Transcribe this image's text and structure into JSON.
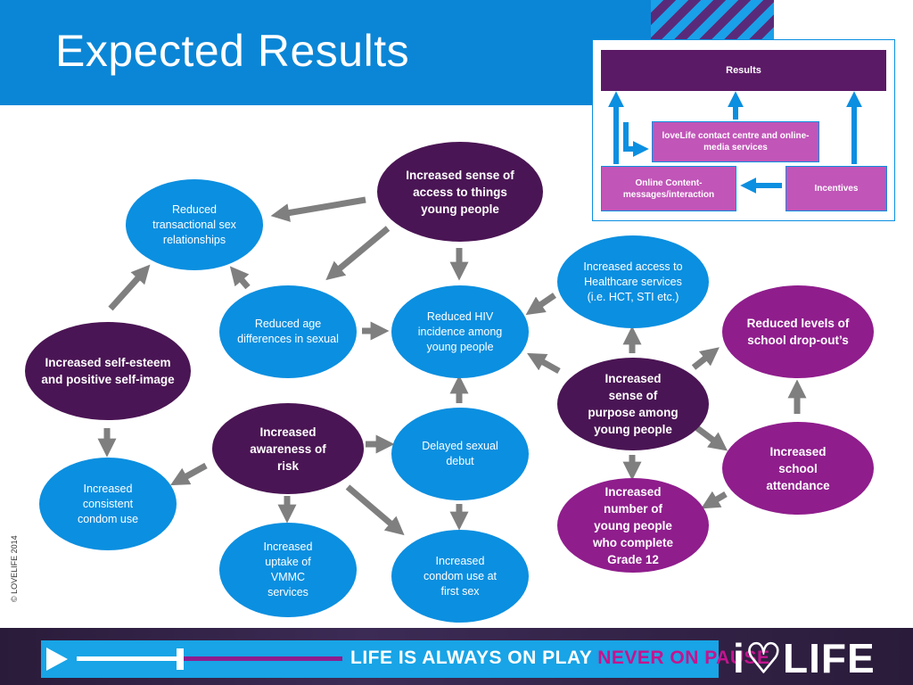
{
  "slide": {
    "title": "Expected Results",
    "copyright": "© LOVELIFE 2014"
  },
  "nodes": {
    "reduced_transactional": "Reduced transactional sex relationships",
    "access_things": "Increased sense of access to things young people",
    "self_esteem": "Increased self-esteem and positive self-image",
    "age_diff": "Reduced age differences in sexual",
    "reduced_hiv": "Reduced HIV incidence among young people",
    "access_healthcare": "Increased access to Healthcare services (i.e. HCT, STI etc.)",
    "dropouts": "Reduced levels of school drop-out’s",
    "purpose": "Increased sense of purpose among young people",
    "awareness_risk": "Increased awareness of risk",
    "delayed_debut": "Delayed sexual debut",
    "condom_use": "Increased consistent condom use",
    "attendance": "Increased school attendance",
    "grade12": "Increased number of young people who complete Grade 12",
    "vmmc": "Increased uptake of VMMC services",
    "condom_first": "Increased condom use at first sex"
  },
  "inset": {
    "results": "Results",
    "contact_centre": "loveLife contact centre and online-media services",
    "online_content": "Online Content- messages/interaction",
    "incentives": "Incentives"
  },
  "footer": {
    "slogan_a": "LIFE IS ALWAYS ON PLAY",
    "slogan_b": "NEVER ON PAUSE",
    "logo": "i♡LIFE"
  },
  "colors": {
    "header_blue": "#0b86d6",
    "node_blue": "#0b8fe0",
    "node_dark_purple": "#4a1554",
    "node_magenta": "#8f1d8c",
    "arrow_gray": "#7f7f7f",
    "inset_purple": "#5b1a66",
    "inset_pink": "#c155b8",
    "footer_accent_pink": "#c4148f"
  }
}
